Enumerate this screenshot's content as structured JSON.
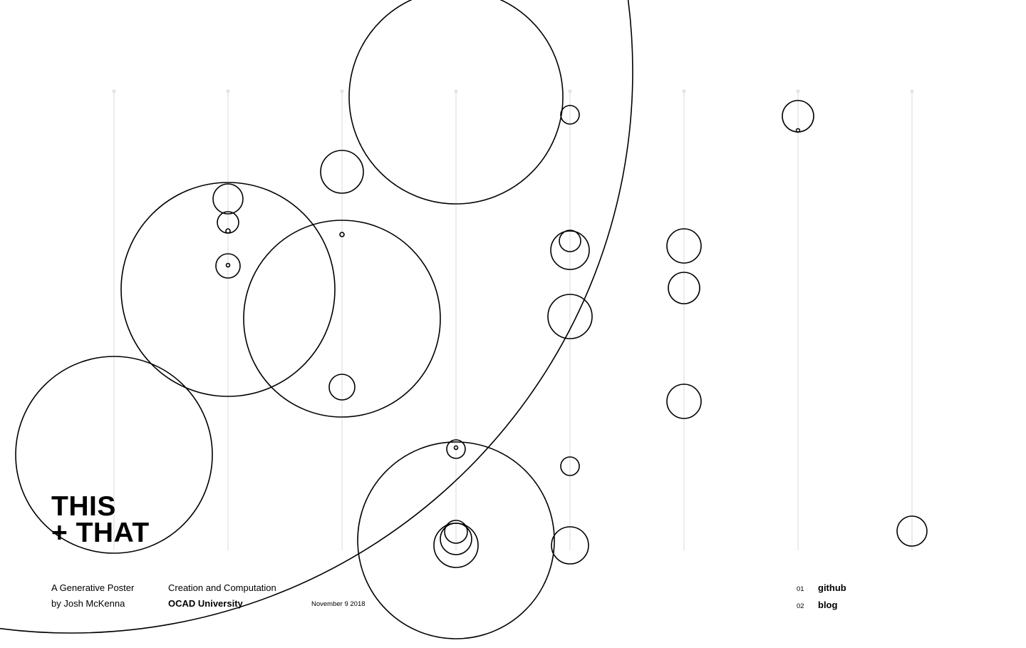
{
  "poster": {
    "title_line1": "THIS",
    "title_line2": "+ THAT"
  },
  "footer": {
    "description_line1": "A Generative Poster",
    "description_line2": "by Josh McKenna",
    "course_line1": "Creation and Computation",
    "course_line2": "OCAD University",
    "date": "November 9 2018"
  },
  "links": [
    {
      "number": "01",
      "label": "github"
    },
    {
      "number": "02",
      "label": "blog"
    }
  ],
  "colors": {
    "background": "#ffffff",
    "stroke": "#000000",
    "guide": "#e3e3e3"
  }
}
